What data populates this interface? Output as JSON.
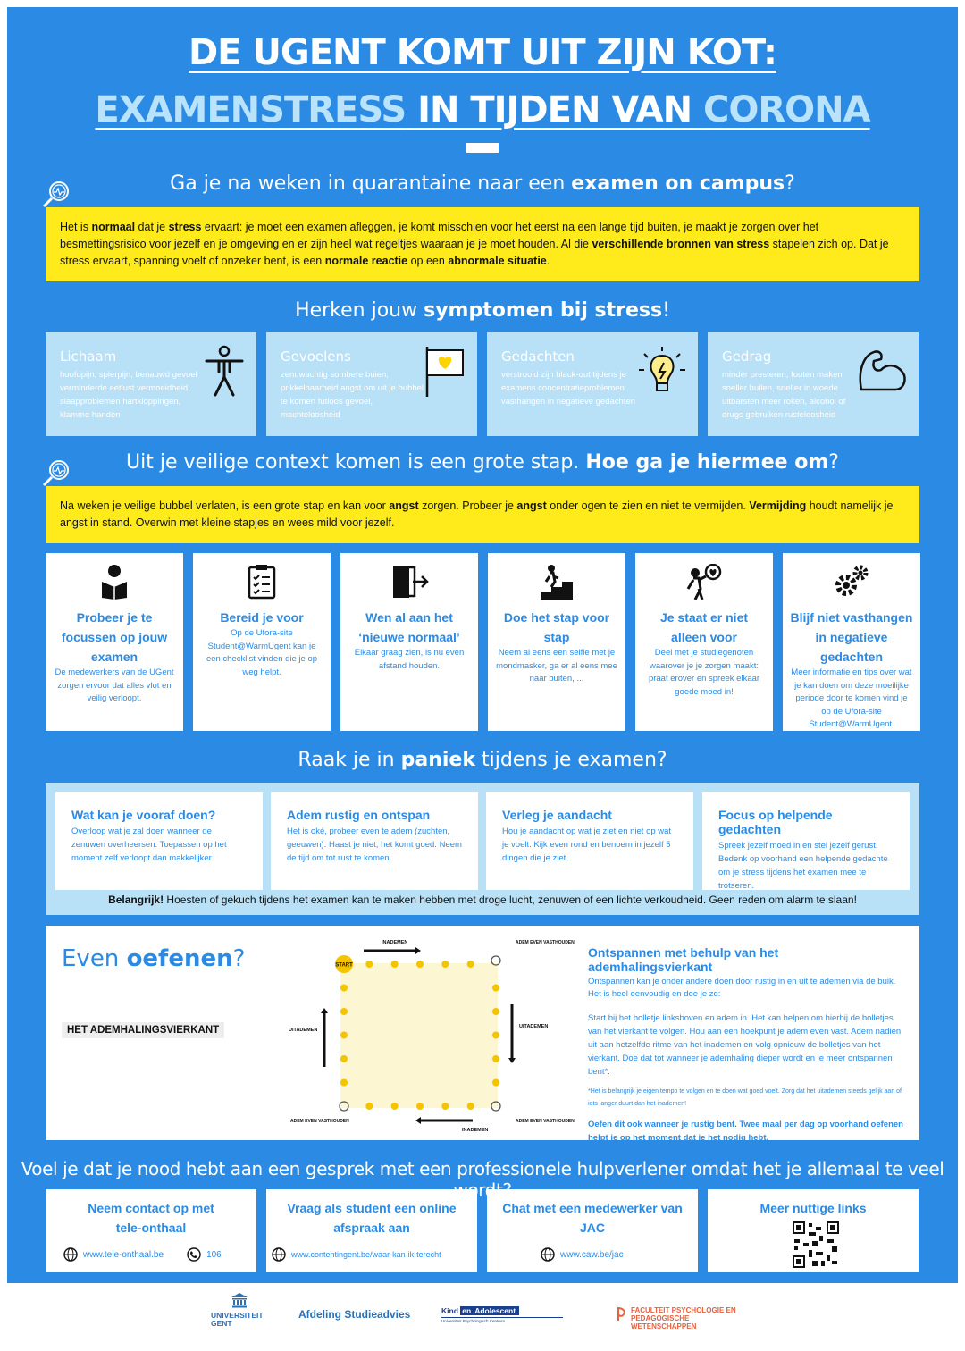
{
  "title": {
    "line1": "DE UGENT KOMT UIT ZIJN KOT:",
    "line2_part1": "EXAMENSTRESS",
    "line2_part2": " IN TIJDEN VAN ",
    "line2_part3": "CORONA"
  },
  "section1": {
    "heading_pre": "Ga je na weken in quarantaine naar een ",
    "heading_bold": "examen on campus",
    "heading_post": "?",
    "text": [
      {
        "t": "Het is ",
        "b": false
      },
      {
        "t": "normaal",
        "b": true
      },
      {
        "t": " dat je ",
        "b": false
      },
      {
        "t": "stress",
        "b": true
      },
      {
        "t": " ervaart: je moet een examen afleggen, je komt misschien voor het eerst na een lange tijd buiten, je maakt je zorgen over het besmettingsrisico voor jezelf en je omgeving en er zijn heel wat regeltjes waaraan je je moet houden. Al die ",
        "b": false
      },
      {
        "t": "verschillende bronnen van stress",
        "b": true
      },
      {
        "t": " stapelen zich op. Dat je stress ervaart, spanning voelt of onzeker bent, is een ",
        "b": false
      },
      {
        "t": "normale reactie",
        "b": true
      },
      {
        "t": " op een ",
        "b": false
      },
      {
        "t": "abnormale situatie",
        "b": true
      },
      {
        "t": ".",
        "b": false
      }
    ]
  },
  "section2": {
    "heading_pre": "Herken jouw ",
    "heading_bold": "symptomen bij stress",
    "heading_post": "!",
    "cards": [
      {
        "title": "Lichaam",
        "text": "hoofdpijn, spierpijn, benauwd gevoel verminderde eetlust vermoeidheid, slaapproblemen hartkloppingen, klamme handen",
        "icon": "person-icon"
      },
      {
        "title": "Gevoelens",
        "text": "zenuwachtig sombere buien, prikkelbaarheid angst om uit je bubbel te komen futloos gevoel, machteloosheid",
        "icon": "heart-flag-icon"
      },
      {
        "title": "Gedachten",
        "text": "verstrooid zijn black-out tijdens je examens concentratieproblemen vasthangen in negatieve gedachten",
        "icon": "lightbulb-icon"
      },
      {
        "title": "Gedrag",
        "text": "minder presteren, fouten maken sneller huilen, sneller in woede uitbarsten meer roken, alcohol of drugs gebruiken rusteloosheid",
        "icon": "flexed-arm-icon"
      }
    ]
  },
  "section3": {
    "heading_pre": "Uit je veilige context komen is een grote stap. ",
    "heading_bold": "Hoe ga je hiermee om",
    "heading_post": "?",
    "text": [
      {
        "t": "Na weken je veilige bubbel verlaten, is een grote stap en kan voor ",
        "b": false
      },
      {
        "t": "angst",
        "b": true
      },
      {
        "t": " zorgen. Probeer je ",
        "b": false
      },
      {
        "t": "angst",
        "b": true
      },
      {
        "t": " onder ogen te zien en niet te vermijden. ",
        "b": false
      },
      {
        "t": "Vermijding",
        "b": true
      },
      {
        "t": " houdt namelijk je angst in stand. Overwin met kleine stapjes en wees mild voor jezelf.",
        "b": false
      }
    ],
    "cards": [
      {
        "title": "Probeer je te focussen op jouw examen",
        "text": "De medewerkers van de UGent zorgen ervoor dat alles vlot en veilig verloopt.",
        "icon": "reader-icon"
      },
      {
        "title": "Bereid je voor",
        "text": "Op de Ufora-site Student@WarmUgent kan je een checklist vinden die je op weg helpt.",
        "icon": "checklist-icon"
      },
      {
        "title": "Wen al aan het ‘nieuwe normaal’",
        "text": "Elkaar graag zien, is nu even afstand houden.",
        "icon": "exit-door-icon"
      },
      {
        "title": "Doe het stap voor stap",
        "text": "Neem al eens een selfie met je mondmasker, ga er al eens mee naar buiten, ...",
        "icon": "stairs-icon"
      },
      {
        "title": "Je staat er niet alleen voor",
        "text": "Deel met je studiegenoten waarover je je zorgen maakt: praat erover en spreek elkaar goede moed in!",
        "icon": "support-person-icon"
      },
      {
        "title": "Blijf niet vasthangen in negatieve gedachten",
        "text": "Meer informatie en tips over wat je kan doen om deze moeilijke periode door te komen vind je op de Ufora-site Student@WarmUgent.",
        "icon": "gears-icon"
      }
    ]
  },
  "section4": {
    "heading_pre": "Raak je in ",
    "heading_bold": "paniek",
    "heading_post": " tijdens je examen?",
    "cards": [
      {
        "title": "Wat kan je vooraf doen?",
        "text": "Overloop wat je zal doen wanneer de zenuwen overheersen. Toepassen op het moment zelf verloopt dan makkelijker."
      },
      {
        "title": "Adem rustig en ontspan",
        "text": "Het is oké, probeer even te adem (zuchten, geeuwen). Haast je niet, het komt goed. Neem de tijd om tot rust te komen."
      },
      {
        "title": "Verleg je aandacht",
        "text": "Hou je aandacht op wat je ziet en niet op wat je voelt. Kijk even rond en benoem in jezelf 5 dingen die je ziet."
      },
      {
        "title": "Focus op helpende gedachten",
        "text": "Spreek jezelf moed in en stel jezelf gerust. Bedenk op voorhand een helpende gedachte om je stress tijdens het examen mee te trotseren."
      }
    ],
    "note_bold": "Belangrijk!",
    "note": " Hoesten of gekuch tijdens het examen kan te maken hebben met droge lucht, zenuwen of een lichte verkoudheid. Geen reden om alarm te slaan!"
  },
  "exercise": {
    "heading_pre": "Even ",
    "heading_bold": "oefenen",
    "heading_post": "?",
    "label": "HET ADEMHALINGSVIERKANT",
    "diagram": {
      "start": "START",
      "top": "INADEMEN",
      "right": "UITADEMEN",
      "bottom": "INADEMEN",
      "left": "UITADEMEN",
      "hold": "ADEM EVEN VASTHOUDEN"
    },
    "title": "Ontspannen met behulp van het ademhalingsvierkant",
    "intro": "Ontspannen kan je onder andere doen door rustig in en uit te ademen via de buik. Het is heel eenvoudig en doe je zo:",
    "body": "Start bij het bolletje linksboven en adem in. Het kan helpen om hierbij de bolletjes van het vierkant te volgen. Hou aan een hoekpunt je adem even vast. Adem nadien uit aan hetzelfde ritme van het inademen en volg opnieuw de bolletjes van het vierkant. Doe dat tot wanneer je ademhaling dieper wordt en je meer ontspannen bent*.",
    "footnote": "*Het is belangrijk je eigen tempo te volgen en te doen wat goed voelt. Zorg dat het uitademen steeds gelijk aan of iets langer duurt dan het inademen!",
    "outro": "Oefen dit ook wanneer je rustig bent. Twee maal per dag op voorhand oefenen helpt je op het moment dat je het nodig hebt."
  },
  "help": {
    "heading": "Voel je dat je nood hebt aan een gesprek met een professionele hulpverlener omdat het je allemaal te veel wordt?",
    "cards": [
      {
        "title": "Neem contact op met tele-onthaal",
        "link": "www.tele-onthaal.be",
        "phone": "106"
      },
      {
        "title": "Vraag als student een online afspraak aan",
        "link": "www.contentingent.be/waar-kan-ik-terecht"
      },
      {
        "title": "Chat met een medewerker van JAC",
        "link": "www.caw.be/jac"
      },
      {
        "title": "Meer nuttige links"
      }
    ]
  },
  "footer": {
    "ugent": "UNIVERSITEIT GENT",
    "studieadvies": "Afdeling Studieadvies",
    "kind_pre": "Kind ",
    "kind_en": "en",
    "kind_post": " Adolescent",
    "kind_sub": "Universitair Psychologisch Centrum",
    "faculty": "FACULTEIT PSYCHOLOGIE EN PEDAGOGISCHE WETENSCHAPPEN"
  },
  "colors": {
    "background": "#2b8be4",
    "accent_yellow": "#ffeb1c",
    "light_blue": "#b8e0f6",
    "text_blue": "#2b8be4"
  }
}
